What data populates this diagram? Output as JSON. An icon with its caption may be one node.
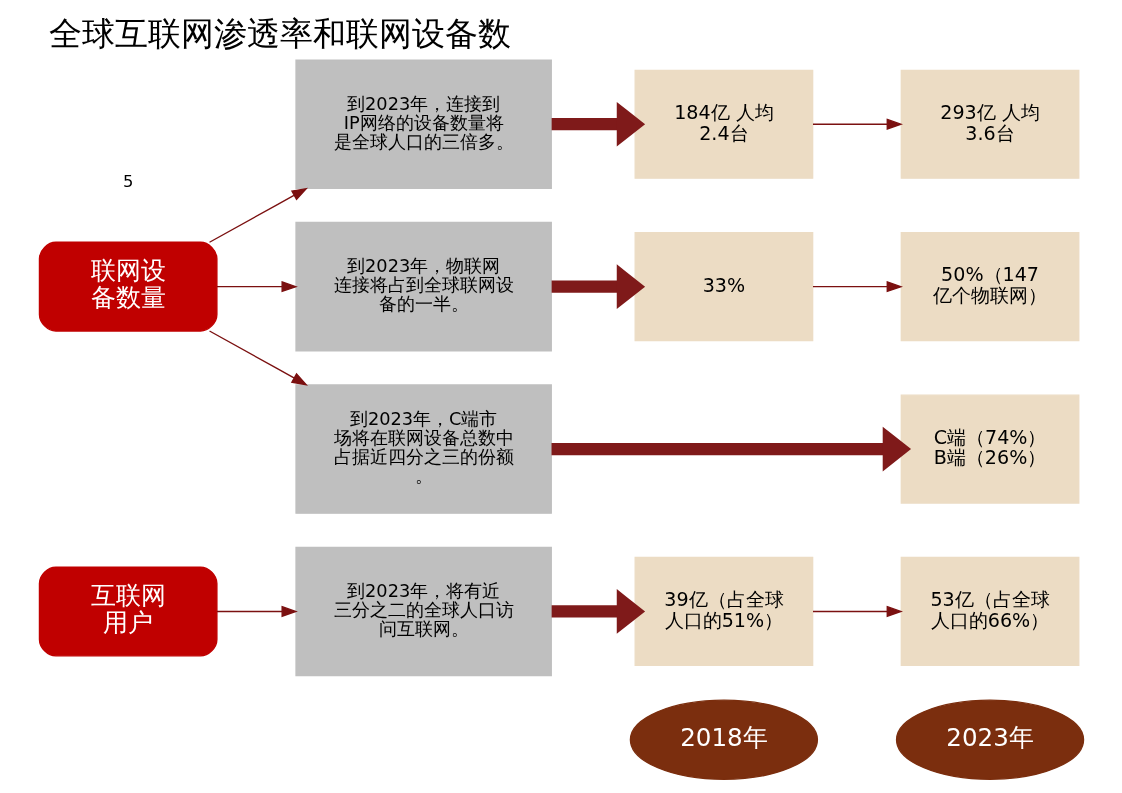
{
  "diagram": {
    "title": "全球互联网渗透率和联网设备数",
    "nodes": [
      {
        "text": [
          "2018年"
        ]
      },
      {
        "text": [
          "2023年"
        ]
      },
      {
        "text": [
          "互联网用户"
        ]
      },
      {
        "text": [
          "到2023年，将有近三分之二的全球人口访问互联网。"
        ]
      },
      {
        "text": [
          "39亿（占全球人口的51%）"
        ]
      },
      {
        "text": [
          "53亿（占全球人口的66%）"
        ]
      },
      {
        "text": [
          "到2023年，连接到IP网络的设备数量将是全球人口的三倍多。"
        ]
      },
      {
        "text": [
          "184亿 人均2.4台"
        ]
      },
      {
        "text": [
          "293亿 人均3.6台"
        ]
      },
      {
        "text": [
          "联网设备数量"
        ]
      },
      {
        "text": [
          "到2023年，物联网连接将占到全球联网设备的一半。"
        ]
      },
      {
        "text": [
          "33%"
        ]
      },
      {
        "text": [
          "50%（147亿个物联网）"
        ]
      },
      {
        "text": [
          "到2023年，C端市场将在联网设备总数中占据近四分之三的份额。"
        ]
      },
      {
        "text": [
          "C端（74%）",
          "B端（26%）"
        ]
      }
    ],
    "edges": [
      {
        "from": 2,
        "to": 3,
        "arrow": "to"
      },
      {
        "from": 3,
        "to": 4,
        "arrow": "to",
        "style": "thick"
      },
      {
        "from": 4,
        "to": 5,
        "arrow": "to"
      },
      {
        "from": 9,
        "to": 6,
        "arrow": "to"
      },
      {
        "from": 6,
        "to": 7,
        "arrow": "to",
        "style": "thick"
      },
      {
        "from": 7,
        "to": 8,
        "arrow": "to"
      },
      {
        "from": 9,
        "to": 10,
        "arrow": "to"
      },
      {
        "from": 10,
        "to": 11,
        "arrow": "to",
        "style": "thick"
      },
      {
        "from": 11,
        "to": 12,
        "arrow": "to"
      },
      {
        "from": 9,
        "to": 13,
        "arrow": "to"
      },
      {
        "from": 13,
        "to": 14,
        "arrow": "to",
        "style": "thick"
      }
    ],
    "labels": [
      "5"
    ]
  }
}
